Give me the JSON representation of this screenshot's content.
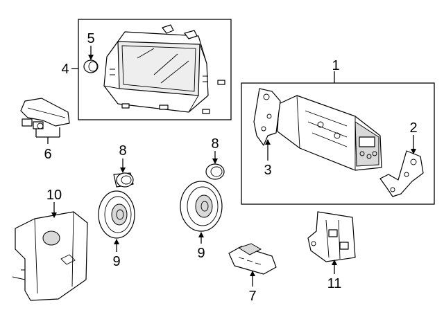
{
  "callouts": {
    "c1": "1",
    "c2": "2",
    "c3": "3",
    "c4": "4",
    "c5": "5",
    "c6": "6",
    "c7": "7",
    "c8a": "8",
    "c8b": "8",
    "c9a": "9",
    "c9b": "9",
    "c10": "10",
    "c11": "11"
  },
  "colors": {
    "line": "#000000",
    "background": "#ffffff",
    "shade": "#d9d9d9"
  }
}
